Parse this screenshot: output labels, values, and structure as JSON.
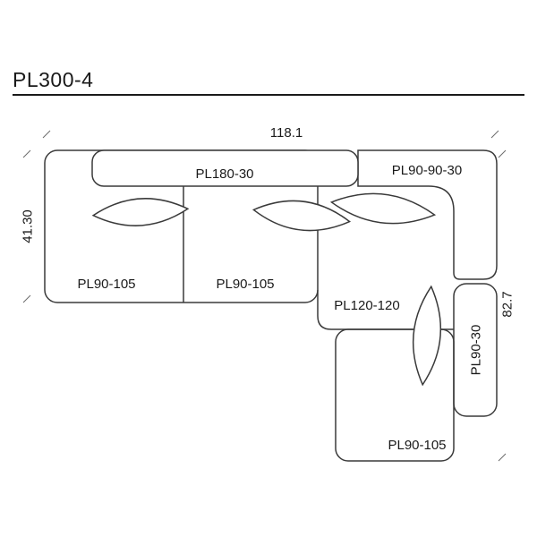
{
  "page": {
    "title": "PL300-4"
  },
  "dimensions": {
    "total_width": "118.1",
    "left_depth": "41.30",
    "right_height": "82.7"
  },
  "modules": {
    "backrest_long": {
      "label": "PL180-30"
    },
    "backrest_corner": {
      "label": "PL90-90-30"
    },
    "seat_left": {
      "label": "PL90-105"
    },
    "seat_middle": {
      "label": "PL90-105"
    },
    "seat_corner": {
      "label": "PL120-120"
    },
    "backrest_right": {
      "label": "PL90-30"
    },
    "seat_bottom": {
      "label": "PL90-105"
    }
  },
  "colors": {
    "line": "#3a3a3a",
    "text": "#1a1a1a",
    "background": "#ffffff"
  }
}
